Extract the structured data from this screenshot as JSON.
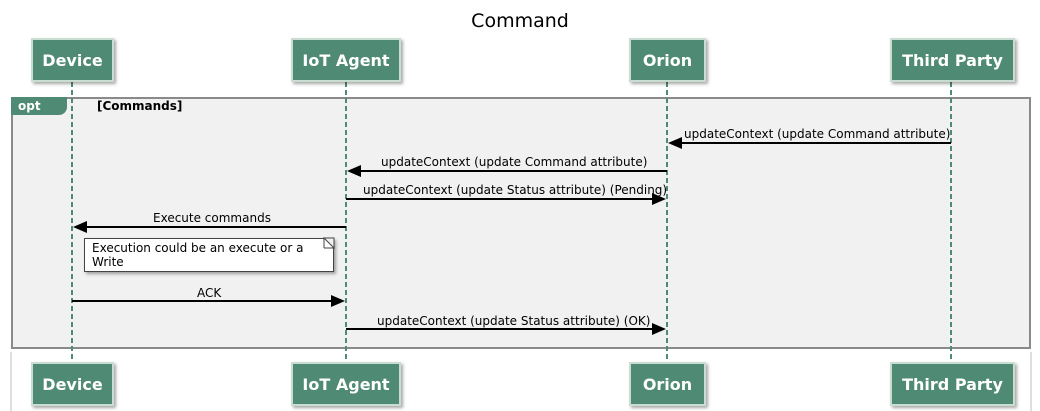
{
  "title": "Command",
  "participants": [
    "Device",
    "IoT Agent",
    "Orion",
    "Third Party"
  ],
  "fragment": {
    "operator": "opt",
    "guard": "[Commands]"
  },
  "messages": [
    {
      "from": "Third Party",
      "to": "Orion",
      "label": "updateContext (update Command attribute)"
    },
    {
      "from": "Orion",
      "to": "IoT Agent",
      "label": "updateContext (update Command attribute)"
    },
    {
      "from": "IoT Agent",
      "to": "Orion",
      "label": "updateContext (update Status attribute) (Pending)"
    },
    {
      "from": "IoT Agent",
      "to": "Device",
      "label": "Execute commands"
    },
    {
      "from": "Device",
      "to": "IoT Agent",
      "label": "ACK"
    },
    {
      "from": "IoT Agent",
      "to": "Orion",
      "label": "updateContext (update Status attribute) (OK)"
    }
  ],
  "note": "Execution could be an execute or a Write",
  "colors": {
    "actor_fill": "#4f8a74",
    "lifeline": "#4f8a74",
    "frame_fill": "#f1f1f1",
    "frame_border": "#8a8a8a"
  }
}
